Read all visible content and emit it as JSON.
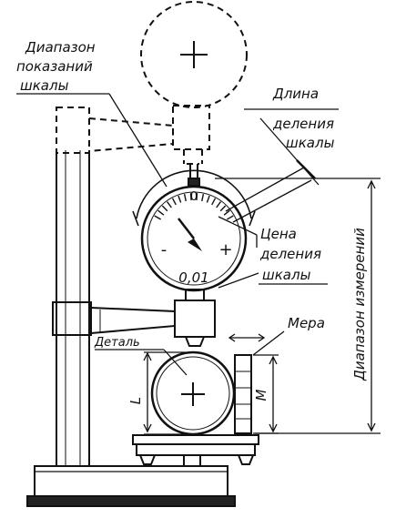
{
  "labels": {
    "scale_range_1": "Диапазон",
    "scale_range_2": "показаний",
    "scale_range_3": "шкалы",
    "division_length_1": "Длина",
    "division_length_2": "деления",
    "division_length_3": "шкалы",
    "division_value_1": "Цена",
    "division_value_2": "деления",
    "division_value_3": "шкалы",
    "measure_range": "Диапазон измерений",
    "gauge_block": "Мера",
    "part": "Деталь",
    "dim_L": "L",
    "dim_M": "M",
    "dial_zero": "0",
    "dial_minus": "-",
    "dial_plus": "+",
    "dial_value": "0,01",
    "plus_mark": "+"
  }
}
